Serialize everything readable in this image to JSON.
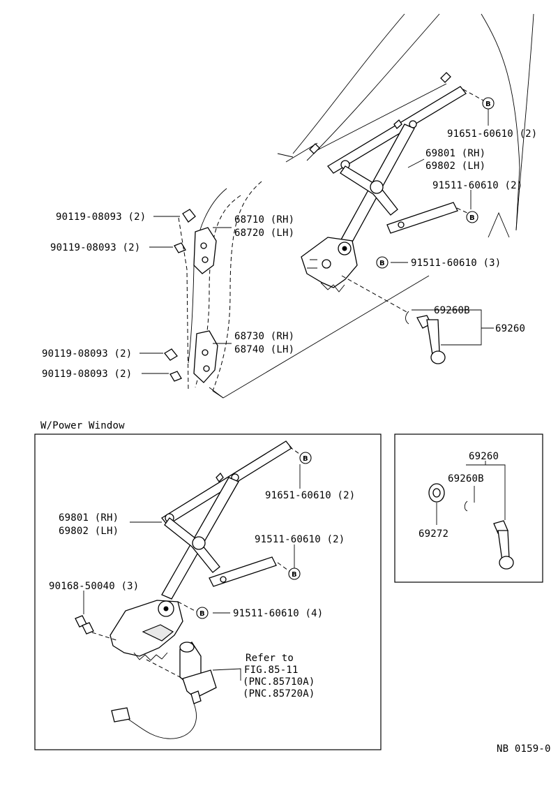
{
  "labels": {
    "p91651_top": "91651-60610 (2)",
    "p69801_top": "69801 (RH)",
    "p69802_top": "69802 (LH)",
    "p91511_top_a": "91511-60610 (2)",
    "p91511_top_b": "91511-60610 (3)",
    "p68710": "68710 (RH)",
    "p68720": "68720 (LH)",
    "p90119_a": "90119-08093 (2)",
    "p90119_b": "90119-08093 (2)",
    "p90119_c": "90119-08093 (2)",
    "p90119_d": "90119-08093 (2)",
    "p68730": "68730 (RH)",
    "p68740": "68740 (LH)",
    "p69260B_top": "69260B",
    "p69260_top": "69260",
    "section_title": "W/Power Window",
    "p91651_bottom": "91651-60610 (2)",
    "p69801_bottom": "69801 (RH)",
    "p69802_bottom": "69802 (LH)",
    "p91511_bottom_a": "91511-60610 (2)",
    "p90168": "90168-50040 (3)",
    "p91511_bottom_b": "91511-60610 (4)",
    "refer_1": "Refer to",
    "refer_2": "FIG.85-11",
    "refer_3": "(PNC.85710A)",
    "refer_4": "(PNC.85720A)",
    "inset_69260": "69260",
    "inset_69260B": "69260B",
    "inset_69272": "69272",
    "figure_code": "NB 0159-0",
    "bolt_marker": "B"
  }
}
